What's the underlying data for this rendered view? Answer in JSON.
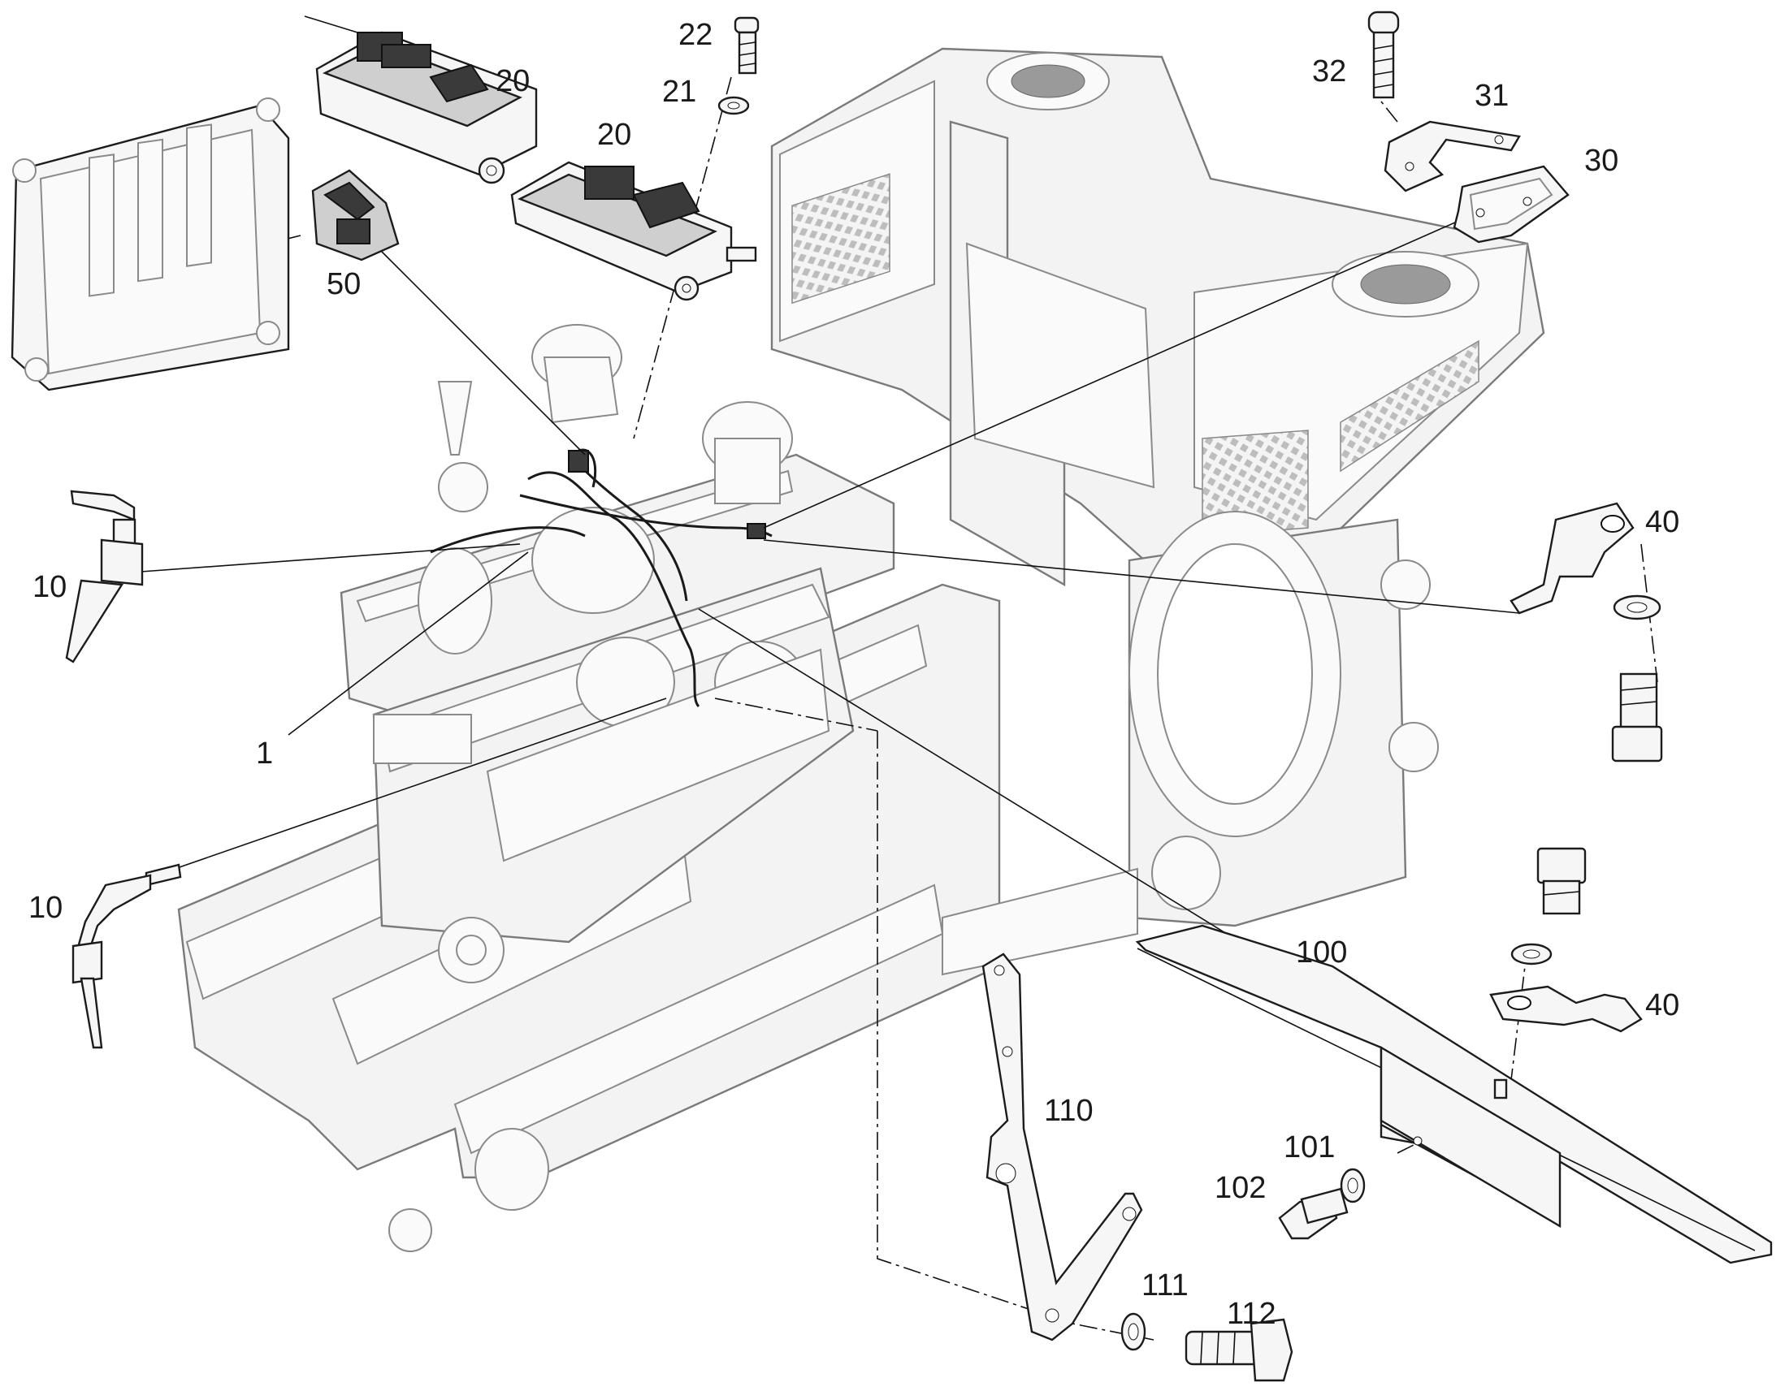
{
  "callouts": {
    "c1": "1",
    "c10a": "10",
    "c10b": "10",
    "c20a": "20",
    "c20b": "20",
    "c21": "21",
    "c22": "22",
    "c30": "30",
    "c31": "31",
    "c32": "32",
    "c40a": "40",
    "c40b": "40",
    "c50": "50",
    "c100": "100",
    "c101": "101",
    "c102": "102",
    "c110": "110",
    "c111": "111",
    "c112": "112"
  },
  "icons": {
    "ecu": "control-unit-icon",
    "sensor": "temperature-sensor-icon",
    "bolt": "bolt-icon",
    "washer": "washer-icon",
    "bracket": "bracket-icon"
  },
  "colors": {
    "line": "#1c1c1c",
    "frame": "#7a7a7a",
    "background": "#ffffff"
  }
}
